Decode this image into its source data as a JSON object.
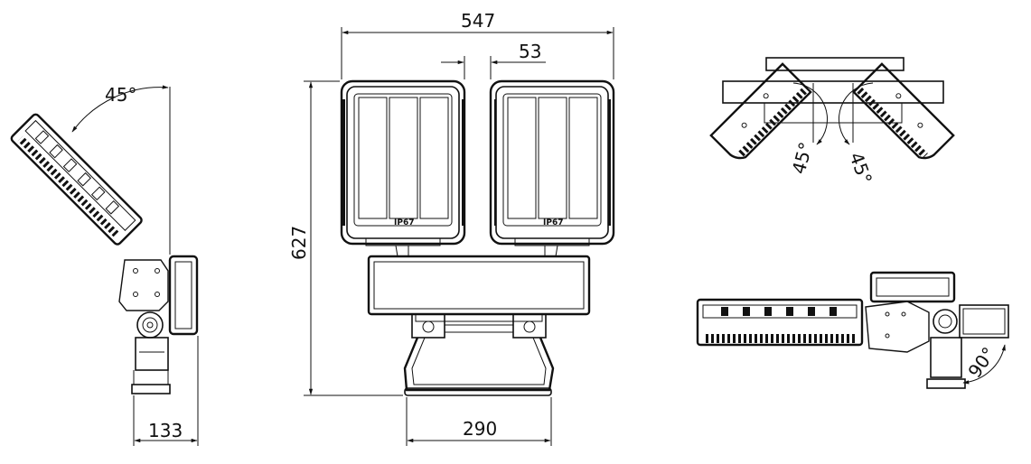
{
  "drawing": {
    "dimensions": {
      "front_width": "547",
      "front_gap": "53",
      "front_height": "627",
      "bracket_width": "290",
      "side_depth": "133"
    },
    "angles": {
      "side_tilt": "45°",
      "top_left_rotation": "45°",
      "top_right_rotation": "45°",
      "bottom_right_rotation": "90°"
    },
    "module_label_left": "IP67",
    "module_label_right": "IP67"
  }
}
